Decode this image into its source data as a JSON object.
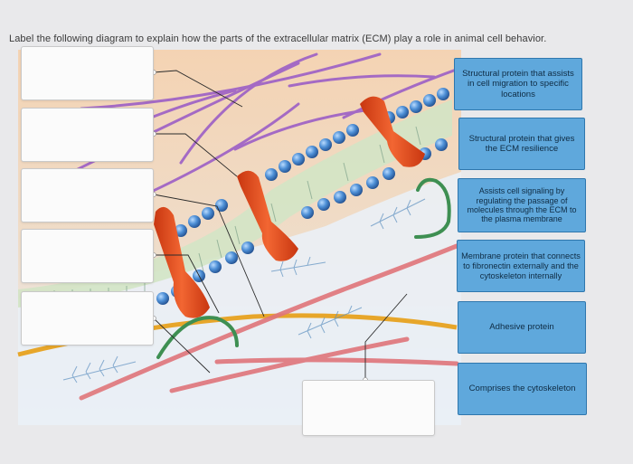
{
  "instruction": "Label the following diagram to explain how the parts of the extracellular matrix (ECM) play a role in animal cell behavior.",
  "labels": [
    {
      "text": "Structural protein that assists in cell migration to specific locations"
    },
    {
      "text": "Structural protein that gives the ECM resilience"
    },
    {
      "text": "Assists cell signaling by regulating the passage of molecules through the ECM to the plasma membrane"
    },
    {
      "text": "Membrane protein that connects to fibronectin externally and the cytoskeleton internally"
    },
    {
      "text": "Adhesive protein"
    },
    {
      "text": "Comprises the cytoskeleton"
    }
  ],
  "drop_targets": [
    {
      "value": ""
    },
    {
      "value": ""
    },
    {
      "value": ""
    },
    {
      "value": ""
    },
    {
      "value": ""
    },
    {
      "value": ""
    }
  ],
  "colors": {
    "label_card": "#5fa8dc",
    "cytoplasm": "#f1cfae",
    "membrane_head": "#4d8fd6",
    "integrin": "#e84f1e",
    "collagen": "#9c5fc6",
    "fibronectin": "#e7a62a",
    "actin": "#e0757a"
  }
}
